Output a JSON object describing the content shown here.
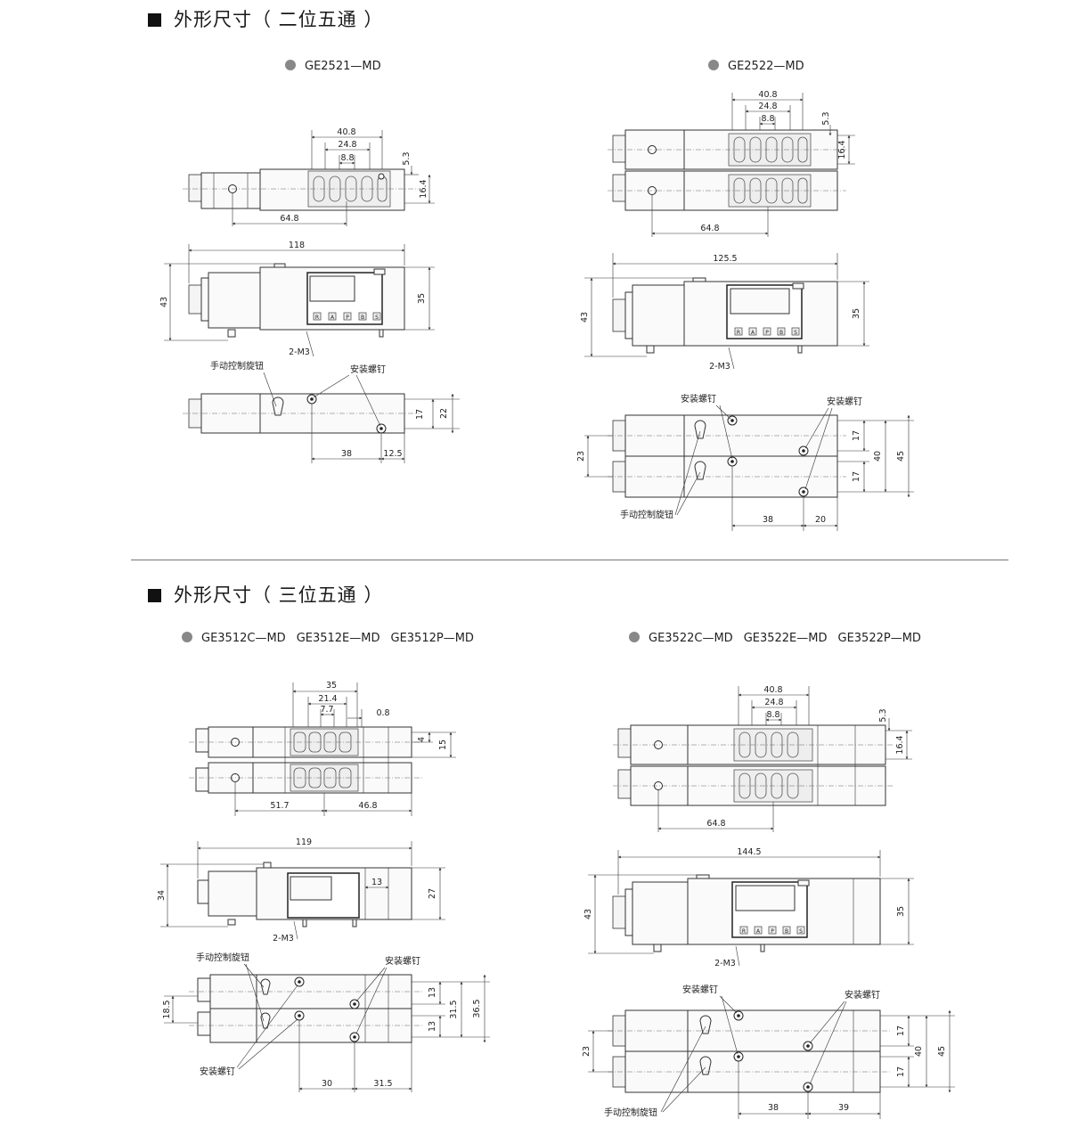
{
  "sections": [
    {
      "title": "外形尺寸（ 二位五通 ）"
    },
    {
      "title": "外形尺寸（ 三位五通 ）"
    }
  ],
  "models": {
    "ge2521": {
      "label": "GE2521—MD"
    },
    "ge2522": {
      "label": "GE2522—MD"
    },
    "ge3512": {
      "labels": [
        "GE3512C—MD",
        "GE3512E—MD",
        "GE3512P—MD"
      ]
    },
    "ge3522": {
      "labels": [
        "GE3522C—MD",
        "GE3522E—MD",
        "GE3522P—MD"
      ]
    }
  },
  "annotations": {
    "manual_knob": "手动控制旋钮",
    "mount_screw": "安装螺钉",
    "thread": "2-M3",
    "port_letters": [
      "R",
      "A",
      "P",
      "B",
      "S"
    ]
  },
  "dims": {
    "ge2521": {
      "w408": "40.8",
      "w248": "24.8",
      "w88": "8.8",
      "h53": "5.3",
      "h164": "16.4",
      "w648": "64.8",
      "w118": "118",
      "h43": "43",
      "h35": "35",
      "h17": "17",
      "h22": "22",
      "w38": "38",
      "w125": "12.5"
    },
    "ge2522": {
      "w408": "40.8",
      "w248": "24.8",
      "w88": "8.8",
      "h53": "5.3",
      "h164": "16.4",
      "w648": "64.8",
      "w1255": "125.5",
      "h43": "43",
      "h35": "35",
      "h17a": "17",
      "h17b": "17",
      "h23": "23",
      "h40": "40",
      "h45": "45",
      "w38": "38",
      "w20": "20"
    },
    "ge3512": {
      "w35": "35",
      "w214": "21.4",
      "w77": "7.7",
      "w08": "0.8",
      "h4": "4",
      "h15": "15",
      "w517": "51.7",
      "w468": "46.8",
      "w119": "119",
      "h34": "34",
      "h27": "27",
      "w13": "13",
      "h185": "18.5",
      "h13a": "13",
      "h13b": "13",
      "h315": "31.5",
      "h365": "36.5",
      "w30": "30",
      "w315": "31.5"
    },
    "ge3522": {
      "w408": "40.8",
      "w248": "24.8",
      "w88": "8.8",
      "h53": "5.3",
      "h164": "16.4",
      "w648": "64.8",
      "w1445": "144.5",
      "h43": "43",
      "h35": "35",
      "h17a": "17",
      "h17b": "17",
      "h23": "23",
      "h40": "40",
      "h45": "45",
      "w38": "38",
      "w39": "39"
    }
  }
}
